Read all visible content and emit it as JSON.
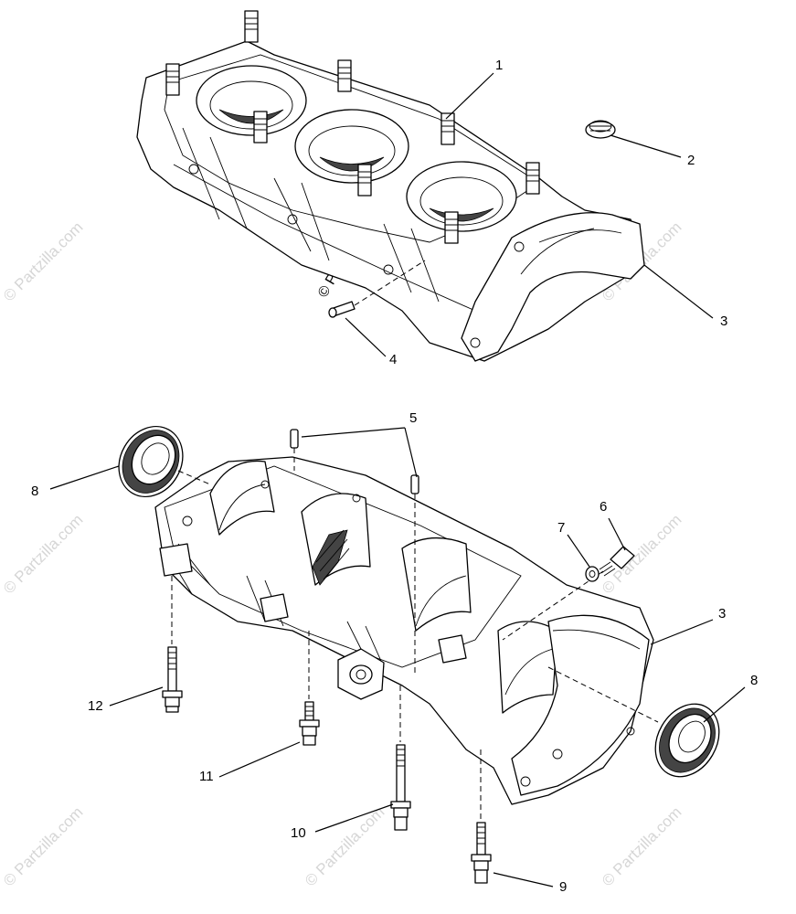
{
  "watermark": {
    "text": "© Partzilla.com"
  },
  "callouts": [
    {
      "id": "1",
      "label": "1"
    },
    {
      "id": "2",
      "label": "2"
    },
    {
      "id": "3a",
      "label": "3"
    },
    {
      "id": "4",
      "label": "4"
    },
    {
      "id": "5",
      "label": "5"
    },
    {
      "id": "6",
      "label": "6"
    },
    {
      "id": "7",
      "label": "7"
    },
    {
      "id": "3b",
      "label": "3"
    },
    {
      "id": "8a",
      "label": "8"
    },
    {
      "id": "8b",
      "label": "8"
    },
    {
      "id": "9",
      "label": "9"
    },
    {
      "id": "10",
      "label": "10"
    },
    {
      "id": "11",
      "label": "11"
    },
    {
      "id": "12",
      "label": "12"
    }
  ],
  "colors": {
    "line": "#000000",
    "watermark": "#d6d6d6",
    "background": "#ffffff"
  }
}
